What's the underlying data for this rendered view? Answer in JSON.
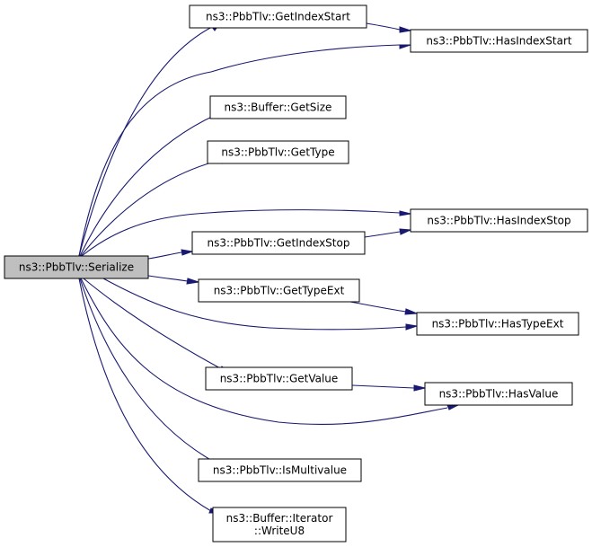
{
  "graph": {
    "root": {
      "id": "serialize",
      "label": "ns3::PbbTlv::Serialize"
    },
    "nodes": [
      {
        "id": "getindexstart",
        "lines": [
          "ns3::PbbTlv::GetIndexStart"
        ]
      },
      {
        "id": "hasindexstart",
        "lines": [
          "ns3::PbbTlv::HasIndexStart"
        ]
      },
      {
        "id": "buffer-getsize",
        "lines": [
          "ns3::Buffer::GetSize"
        ]
      },
      {
        "id": "gettype",
        "lines": [
          "ns3::PbbTlv::GetType"
        ]
      },
      {
        "id": "hasindexstop",
        "lines": [
          "ns3::PbbTlv::HasIndexStop"
        ]
      },
      {
        "id": "getindexstop",
        "lines": [
          "ns3::PbbTlv::GetIndexStop"
        ]
      },
      {
        "id": "gettypeext",
        "lines": [
          "ns3::PbbTlv::GetTypeExt"
        ]
      },
      {
        "id": "hastypeext",
        "lines": [
          "ns3::PbbTlv::HasTypeExt"
        ]
      },
      {
        "id": "getvalue",
        "lines": [
          "ns3::PbbTlv::GetValue"
        ]
      },
      {
        "id": "hasvalue",
        "lines": [
          "ns3::PbbTlv::HasValue"
        ]
      },
      {
        "id": "ismultivalue",
        "lines": [
          "ns3::PbbTlv::IsMultivalue"
        ]
      },
      {
        "id": "iterator-writeu8",
        "lines": [
          "ns3::Buffer::Iterator",
          "::WriteU8"
        ]
      }
    ],
    "edges": [
      {
        "from": "serialize",
        "to": "getindexstart"
      },
      {
        "from": "serialize",
        "to": "hasindexstart"
      },
      {
        "from": "serialize",
        "to": "buffer-getsize"
      },
      {
        "from": "serialize",
        "to": "gettype"
      },
      {
        "from": "serialize",
        "to": "hasindexstop"
      },
      {
        "from": "serialize",
        "to": "getindexstop"
      },
      {
        "from": "serialize",
        "to": "gettypeext"
      },
      {
        "from": "serialize",
        "to": "hastypeext"
      },
      {
        "from": "serialize",
        "to": "getvalue"
      },
      {
        "from": "serialize",
        "to": "hasvalue"
      },
      {
        "from": "serialize",
        "to": "ismultivalue"
      },
      {
        "from": "serialize",
        "to": "iterator-writeu8"
      },
      {
        "from": "getindexstart",
        "to": "hasindexstart"
      },
      {
        "from": "getindexstop",
        "to": "hasindexstop"
      },
      {
        "from": "gettypeext",
        "to": "hastypeext"
      },
      {
        "from": "getvalue",
        "to": "hasvalue"
      }
    ]
  }
}
